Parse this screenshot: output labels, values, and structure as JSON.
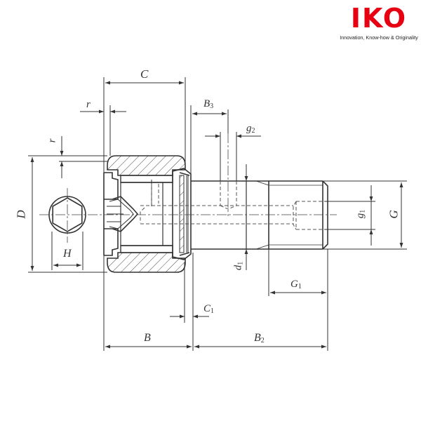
{
  "logo": {
    "brand": "IKO",
    "tagline": "Innovation, Know-how & Originality",
    "brand_color": "#e60012"
  },
  "drawing": {
    "subject": "stud-type cam follower (hexagon socket)",
    "line_color": "#333333",
    "labels": {
      "C": "C",
      "r_horizontal": "r",
      "r_vertical": "r",
      "B3": {
        "main": "B",
        "sub": "3"
      },
      "g2": {
        "main": "g",
        "sub": "2"
      },
      "D": "D",
      "H": "H",
      "d1": {
        "main": "d",
        "sub": "1"
      },
      "g1": {
        "main": "g",
        "sub": "1"
      },
      "G": "G",
      "G1": {
        "main": "G",
        "sub": "1"
      },
      "C1": {
        "main": "C",
        "sub": "1"
      },
      "B": "B",
      "B2": {
        "main": "B",
        "sub": "2"
      }
    }
  }
}
